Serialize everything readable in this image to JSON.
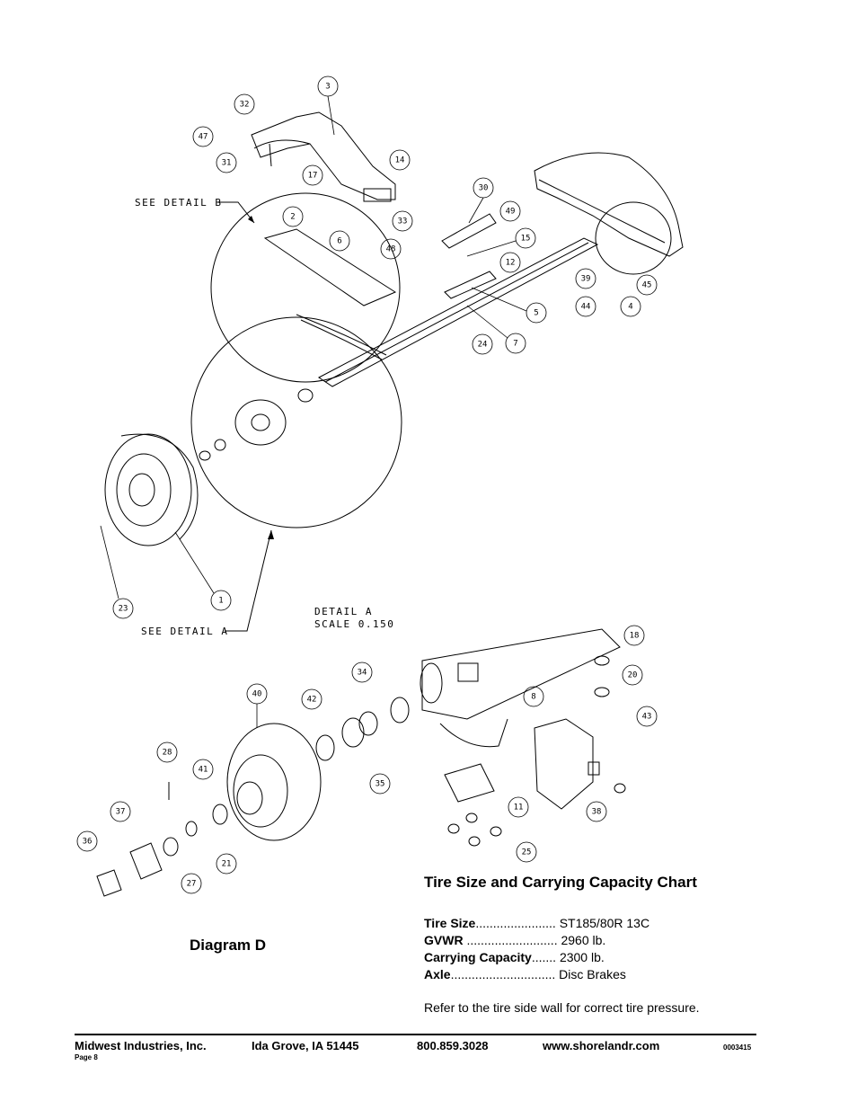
{
  "diagram": {
    "title": "Diagram D",
    "see_detail_b": "SEE DETAIL  B",
    "see_detail_a": "SEE DETAIL  A",
    "detail_a_title": "DETAIL  A",
    "detail_a_scale": "SCALE  0.150",
    "callouts": [
      "3",
      "32",
      "47",
      "31",
      "14",
      "17",
      "30",
      "2",
      "33",
      "49",
      "6",
      "48",
      "15",
      "12",
      "39",
      "45",
      "44",
      "4",
      "5",
      "24",
      "7",
      "23",
      "1",
      "18",
      "20",
      "43",
      "8",
      "40",
      "34",
      "42",
      "28",
      "41",
      "35",
      "11",
      "38",
      "37",
      "36",
      "21",
      "27",
      "25"
    ]
  },
  "chart": {
    "title": "Tire Size and Carrying Capacity Chart",
    "rows": [
      {
        "label": "Tire Size",
        "dots": ".......................",
        "value": "ST185/80R 13C"
      },
      {
        "label": "GVWR",
        "dots": "..........................",
        "value": "2960 lb."
      },
      {
        "label": "Carrying Capacity",
        "dots": ".......",
        "value": "2300 lb."
      },
      {
        "label": "Axle",
        "dots": "..............................",
        "value": "Disc Brakes"
      }
    ],
    "note": "Refer to the tire side wall for correct tire pressure."
  },
  "footer": {
    "company": "Midwest Industries, Inc.",
    "city": "Ida Grove, IA  51445",
    "phone": "800.859.3028",
    "website": "www.shorelandr.com",
    "doc_number": "0003415",
    "page": "Page 8"
  }
}
